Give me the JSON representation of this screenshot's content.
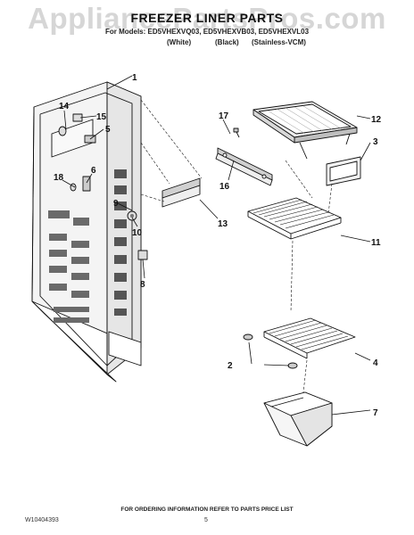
{
  "watermark": "AppliancePartsPros.com",
  "title": "FREEZER LINER PARTS",
  "models": "For Models: ED5VHEXVQ03, ED5VHEXVB03, ED5VHEXVL03",
  "variants": [
    "(White)",
    "(Black)",
    "(Stainless-VCM)"
  ],
  "footer": "FOR ORDERING INFORMATION REFER TO PARTS PRICE LIST",
  "doc_number": "W10404393",
  "page_number": "5",
  "callouts": [
    "1",
    "2",
    "3",
    "4",
    "5",
    "6",
    "7",
    "8",
    "9",
    "10",
    "11",
    "12",
    "13",
    "14",
    "15",
    "16",
    "17",
    "18"
  ]
}
